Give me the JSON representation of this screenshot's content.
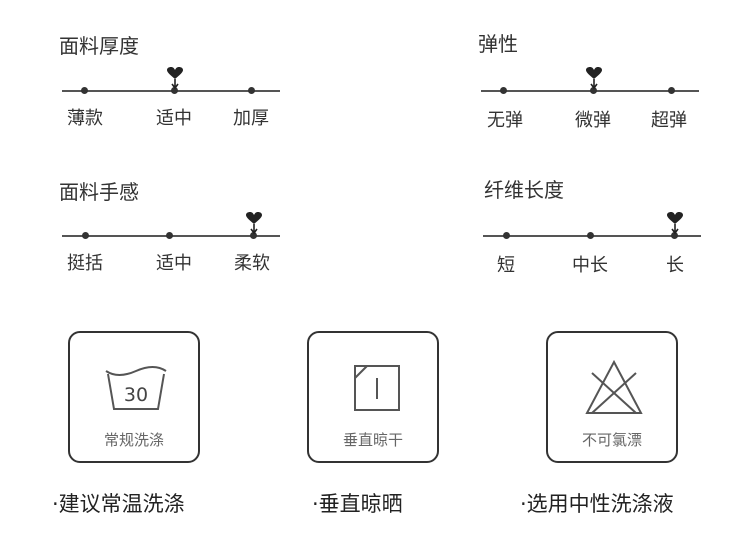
{
  "scales": [
    {
      "title": "面料厚度",
      "labels": [
        "薄款",
        "适中",
        "加厚"
      ],
      "selected_index": 1
    },
    {
      "title": "弹性",
      "labels": [
        "无弹",
        "微弹",
        "超弹"
      ],
      "selected_index": 1
    },
    {
      "title": "面料手感",
      "labels": [
        "挺括",
        "适中",
        "柔软"
      ],
      "selected_index": 2
    },
    {
      "title": "纤维长度",
      "labels": [
        "短",
        "中长",
        "长"
      ],
      "selected_index": 2
    }
  ],
  "care": [
    {
      "icon": "wash-30-icon",
      "icon_text": "30",
      "label": "常规洗涤",
      "caption": "·建议常温洗涤"
    },
    {
      "icon": "hang-dry-icon",
      "icon_text": "",
      "label": "垂直晾干",
      "caption": "·垂直晾晒"
    },
    {
      "icon": "no-bleach-icon",
      "icon_text": "",
      "label": "不可氯漂",
      "caption": "·选用中性洗涤液"
    }
  ],
  "colors": {
    "line": "#555555",
    "text": "#333333",
    "muted": "#666666"
  }
}
